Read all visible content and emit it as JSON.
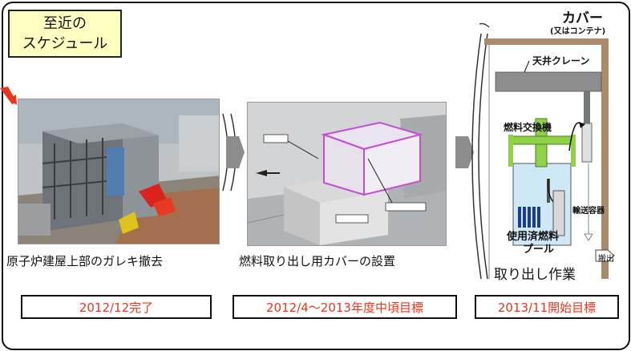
{
  "title": {
    "line1": "至近の",
    "line2": "スケジュール"
  },
  "steps": [
    {
      "caption": "原子炉建屋上部のガレキ撤去",
      "status": "2012/12完了"
    },
    {
      "caption": "燃料取り出し用カバーの設置",
      "status": "2012/4〜2013年度中頃目標"
    },
    {
      "caption": "取り出し作業",
      "status": "2013/11開始目標"
    }
  ],
  "diagram": {
    "cover": "カバー",
    "cover_sub": "(又はコンテナ)",
    "crane": "天井クレーン",
    "fuel_handler": "燃料交換機",
    "cask": "輸送容器",
    "pool_line1": "使用済燃料",
    "pool_line2": "プール",
    "carry_out": "搬出"
  },
  "colors": {
    "status_text": "#e8371e",
    "title_bg": "#ffffc2",
    "machine_green": "#8fd24a",
    "pool_blue": "#cfe8f6"
  }
}
